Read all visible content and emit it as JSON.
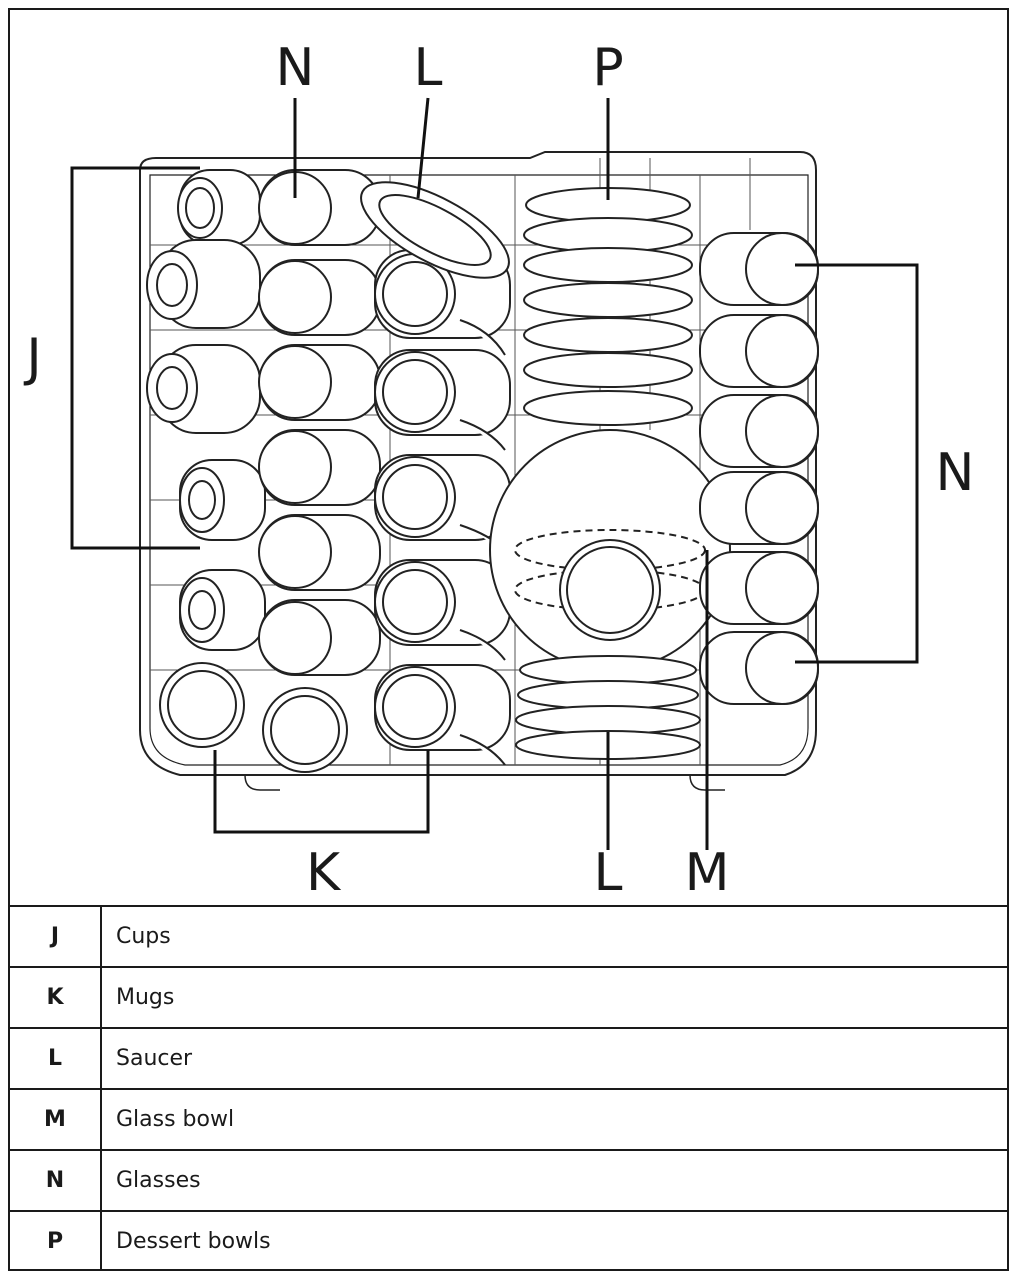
{
  "callouts": {
    "n_top": "N",
    "l_top": "L",
    "p_top": "P",
    "j_left": "J",
    "n_right": "N",
    "k_bottom": "K",
    "l_bottom": "L",
    "m_bottom": "M"
  },
  "legend": [
    {
      "key": "J",
      "label": "Cups"
    },
    {
      "key": "K",
      "label": "Mugs"
    },
    {
      "key": "L",
      "label": "Saucer"
    },
    {
      "key": "M",
      "label": "Glass bowl"
    },
    {
      "key": "N",
      "label": "Glasses"
    },
    {
      "key": "P",
      "label": "Dessert bowls"
    }
  ]
}
